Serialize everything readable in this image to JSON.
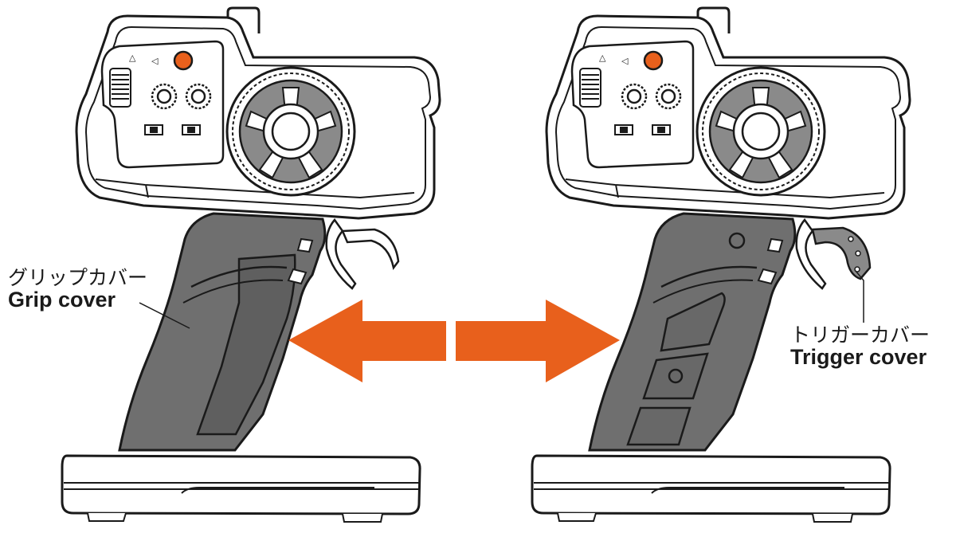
{
  "colors": {
    "outline": "#1a1a1a",
    "grip_gray": "#6f6f6f",
    "grip_gray_dark": "#5c5c5c",
    "wheel_gray": "#808080",
    "orange": "#e8601c",
    "trigger_cover_gray": "#8a8a8a",
    "background": "#ffffff"
  },
  "callouts": {
    "grip": {
      "jp": "グリップカバー",
      "en": "Grip cover"
    },
    "trigger": {
      "jp": "トリガーカバー",
      "en": "Trigger cover"
    }
  },
  "panel_markings": {
    "triangle_symbol": "△",
    "pointer_symbol": "◁"
  },
  "arrows": {
    "icon": "double-headed-orange-arrow"
  },
  "illustrations": [
    {
      "name": "transmitter-with-grip-cover",
      "grip_cover": true,
      "trigger_cover": false
    },
    {
      "name": "transmitter-with-trigger-cover",
      "grip_cover": false,
      "trigger_cover": true
    }
  ]
}
